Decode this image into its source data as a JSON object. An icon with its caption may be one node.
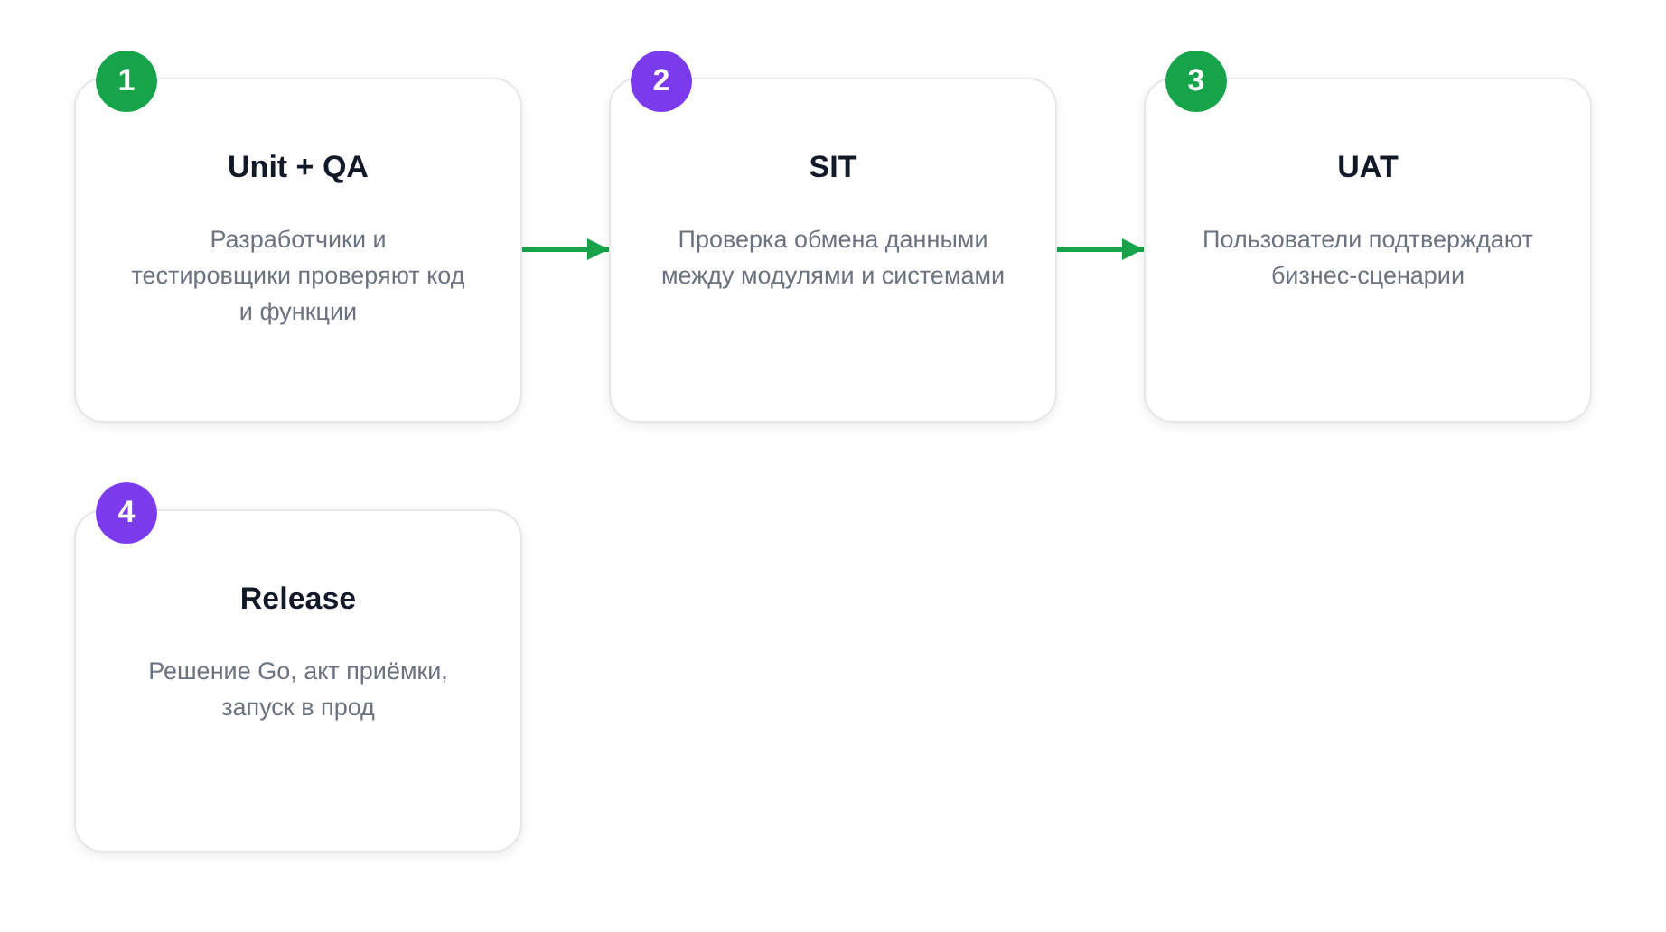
{
  "diagram": {
    "nodes": [
      {
        "text": [
          "1",
          "Unit + QA",
          "Разработчики и тестировщики проверяют код и функции"
        ]
      },
      {
        "text": [
          "2",
          "SIT",
          "Проверка обмена данными между модулями и системами"
        ]
      },
      {
        "text": [
          "3",
          "UAT",
          "Пользователи подтверждают бизнес-сценарии"
        ]
      },
      {
        "text": [
          "4",
          "Release",
          "Решение Go, акт приёмки, запуск в прод"
        ]
      }
    ],
    "edges": [
      {
        "from": 0,
        "to": 1,
        "arrow": "to"
      },
      {
        "from": 1,
        "to": 2,
        "arrow": "to"
      }
    ]
  }
}
